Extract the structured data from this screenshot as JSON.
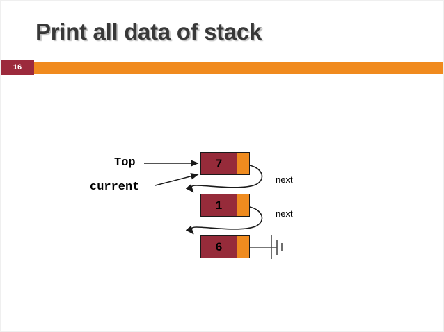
{
  "slide": {
    "title": "Print all data of stack",
    "number": "16",
    "accent_color": "#f08a1e",
    "badge_color": "#9c2a3c",
    "title_color": "#383838",
    "background": "#ffffff"
  },
  "diagram": {
    "type": "linked-list-stack",
    "node_data_color": "#962b3a",
    "node_pointer_color": "#ef8b1f",
    "nodes": [
      {
        "value": "7"
      },
      {
        "value": "1"
      },
      {
        "value": "6"
      }
    ],
    "pointer_labels": [
      {
        "label": "next"
      },
      {
        "label": "next"
      }
    ],
    "variable_labels": [
      {
        "label": "Top"
      },
      {
        "label": "current"
      }
    ],
    "terminator": "ground-null-symbol"
  }
}
